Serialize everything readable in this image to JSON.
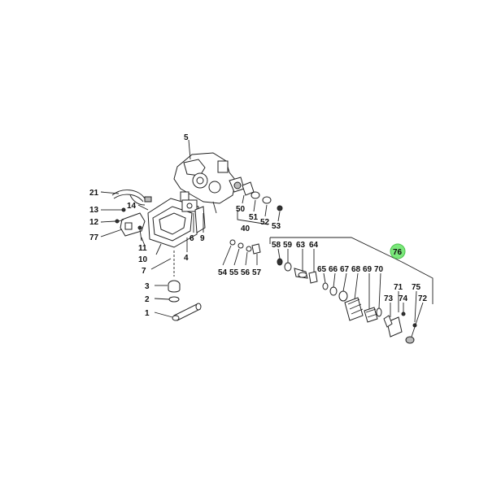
{
  "diagram": {
    "labels": {
      "p1": "1",
      "p2": "2",
      "p3": "3",
      "p4": "4",
      "p5": "5",
      "p6": "6",
      "p7": "7",
      "p9": "9",
      "p10": "10",
      "p11": "11",
      "p12": "12",
      "p13": "13",
      "p14": "14",
      "p21": "21",
      "p40": "40",
      "p50": "50",
      "p51": "51",
      "p52": "52",
      "p53": "53",
      "p54": "54",
      "p55": "55",
      "p56": "56",
      "p57": "57",
      "p58": "58",
      "p59": "59",
      "p63": "63",
      "p64": "64",
      "p65": "65",
      "p66": "66",
      "p67": "67",
      "p68": "68",
      "p69": "69",
      "p70": "70",
      "p71": "71",
      "p72": "72",
      "p73": "73",
      "p74": "74",
      "p75": "75",
      "p76": "76",
      "p77": "77"
    },
    "highlight_color": "#7be87b"
  }
}
